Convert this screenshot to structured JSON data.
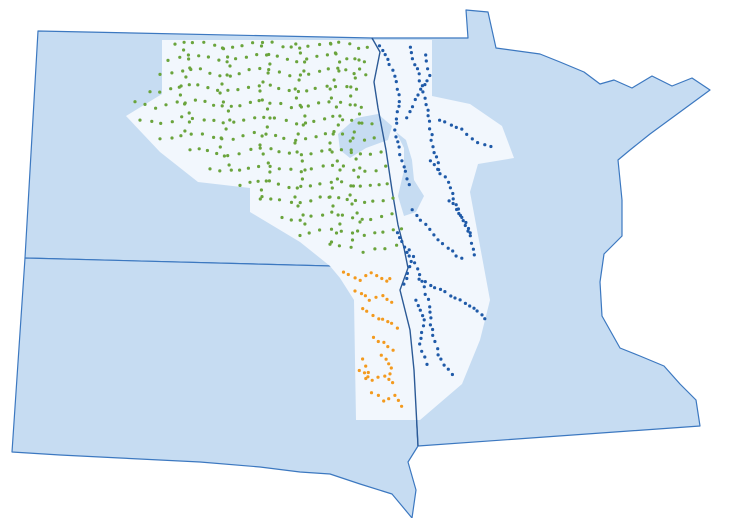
{
  "map": {
    "colors": {
      "background": "#ffffff",
      "state_fill": "#c6dcf2",
      "state_stroke": "#3c78c0",
      "service_area_fill": "#f2f7fd",
      "water_fill": "#c6dcf2",
      "river_stroke": "#2c5a96",
      "green_dots": "#6aa43c",
      "blue_dots": "#1f5aa8",
      "orange_dots": "#f39a1e"
    },
    "regions": [
      {
        "name": "state-north-dakota"
      },
      {
        "name": "state-south-dakota"
      },
      {
        "name": "state-minnesota"
      },
      {
        "name": "service-area"
      }
    ],
    "dot_groups": [
      {
        "name": "green-dot-group",
        "color": "#6aa43c"
      },
      {
        "name": "blue-dot-group",
        "color": "#1f5aa8"
      },
      {
        "name": "orange-dot-group",
        "color": "#f39a1e"
      }
    ]
  }
}
